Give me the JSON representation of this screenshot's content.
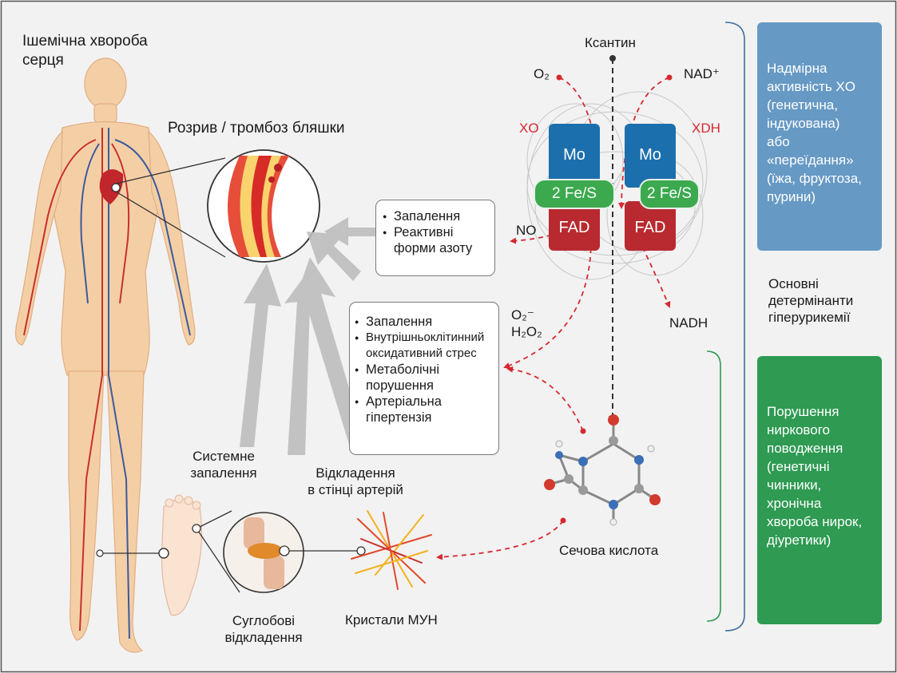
{
  "labels": {
    "title": "Ішемічна хвороба\nсерця",
    "plaque": "Розрив / тромбоз бляшки",
    "systemic": "Системне\nзапалення",
    "deposits_artery": "Відкладення\nв стінці артерій",
    "joint": "Суглобові\nвідкладення",
    "crystals": "Кристали МУН",
    "uric_acid": "Сечова кислота",
    "xanthine": "Ксантин",
    "xo": "XO",
    "xdh": "XDH",
    "o2": "O₂",
    "nad": "NAD⁺",
    "no": "NO",
    "nadh": "NADH",
    "ros": "O₂⁻\nH₂O₂",
    "determinants": "Основні\nдетермінанти\nгіперурикемії"
  },
  "enzyme": {
    "mo": "Mo",
    "fes": "2 Fe/S",
    "fad": "FAD"
  },
  "box1": [
    "Запалення",
    "Реактивні\nформи азоту"
  ],
  "box2": [
    "Запалення",
    "Внутрішньоклітинний\nоксидативний стрес",
    "Метаболічні\nпорушення",
    "Артеріальна\nгіпертензія"
  ],
  "panels": {
    "blue": "Надмірна\nактивність XO\n(генетична,\nіндукована)\nабо «переїдання»\n(їжа, фруктоза,\nпурини)",
    "green": "Порушення\nниркового\nповодження\n(генетичні\nчинники,\nхронічна\nхвороба нирок,\nдіуретики)"
  },
  "colors": {
    "blue_panel": "#6699c4",
    "green_panel": "#2e9a52",
    "mo": "#1c6fad",
    "fes": "#3ca94f",
    "fad": "#b82a2f",
    "arrow_red": "#d6282f"
  }
}
